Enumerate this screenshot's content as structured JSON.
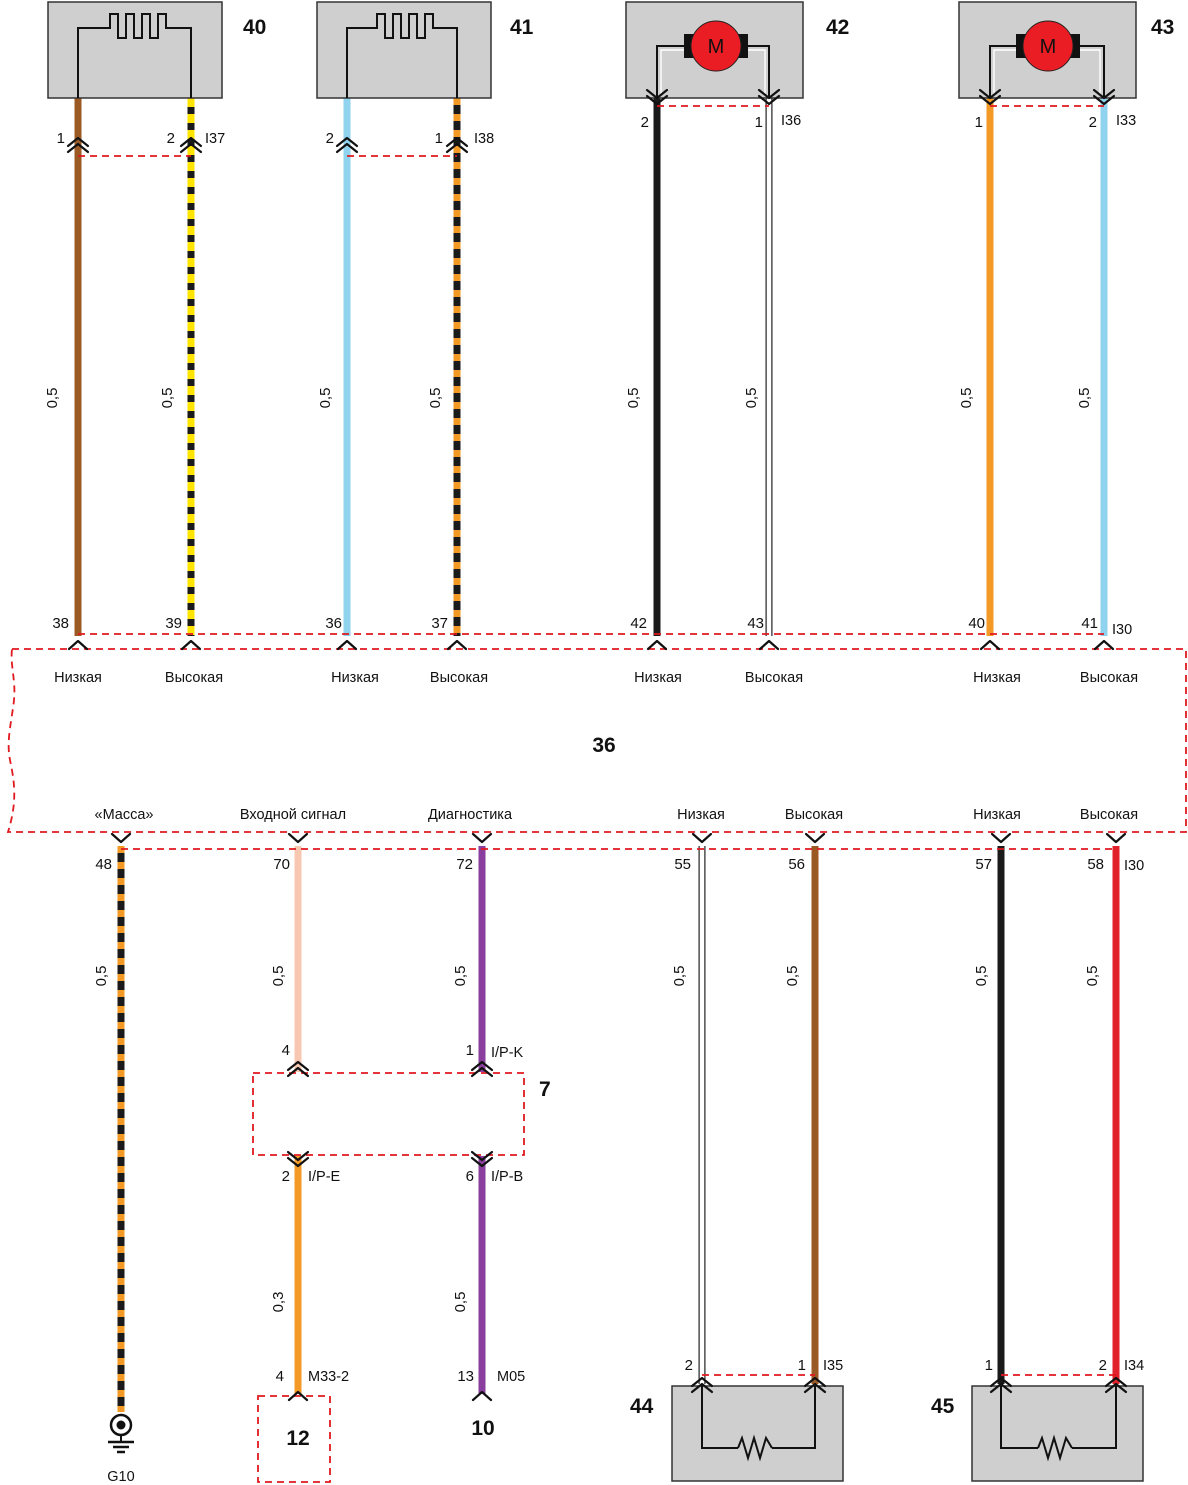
{
  "colors": {
    "brown": "#9b5a24",
    "yellow": "#ffe400",
    "black": "#1a1a1a",
    "light_blue": "#8fd3ee",
    "orange": "#f39a26",
    "pink": "#f7c7b2",
    "purple": "#8a3f9e",
    "red": "#e2222a",
    "box_gray": "#cfcfcf",
    "dash_red": "#e0191f",
    "motor_red": "#ea1c24"
  },
  "components": {
    "c40": {
      "number": "40",
      "symbol": "heater-icon"
    },
    "c41": {
      "number": "41",
      "symbol": "heater-icon"
    },
    "c42": {
      "number": "42",
      "symbol": "motor-icon",
      "motor_letter": "M"
    },
    "c43": {
      "number": "43",
      "symbol": "motor-icon",
      "motor_letter": "M"
    },
    "c44": {
      "number": "44",
      "symbol": "resistor-icon"
    },
    "c45": {
      "number": "45",
      "symbol": "resistor-icon"
    },
    "c36": {
      "number": "36"
    },
    "c7": {
      "number": "7"
    },
    "c12": {
      "number": "12"
    },
    "c10": {
      "number": "10"
    },
    "ground": {
      "code": "G10"
    }
  },
  "connectors": {
    "i37": "I37",
    "i38": "I38",
    "i36": "I36",
    "i33": "I33",
    "i30_top": "I30",
    "i30_bottom": "I30",
    "ip_k": "I/P-K",
    "ip_e": "I/P-E",
    "ip_b": "I/P-B",
    "m33_2": "M33-2",
    "m05": "M05",
    "i35": "I35",
    "i34": "I34"
  },
  "pins": {
    "p40_1": "1",
    "p40_2": "2",
    "p41_2": "2",
    "p41_1": "1",
    "p42_2": "2",
    "p42_1": "1",
    "p43_1": "1",
    "p43_2": "2",
    "t38": "38",
    "t39": "39",
    "t36": "36",
    "t37": "37",
    "t42": "42",
    "t43": "43",
    "t40": "40",
    "t41": "41",
    "b48": "48",
    "b70": "70",
    "b72": "72",
    "b55": "55",
    "b56": "56",
    "b57": "57",
    "b58": "58",
    "k4": "4",
    "k1": "1",
    "e2": "2",
    "b6": "6",
    "m4": "4",
    "m13": "13",
    "r44_2": "2",
    "r44_1": "1",
    "r45_1": "1",
    "r45_2": "2"
  },
  "gauges": {
    "w1": "0,5",
    "w2": "0,5",
    "w3": "0,5",
    "w4": "0,5",
    "w5": "0,5",
    "w6": "0,5",
    "w7": "0,5",
    "w8": "0,5",
    "w9": "0,5",
    "w10": "0,5",
    "w11": "0,5",
    "w12": "0,5",
    "w13": "0,5",
    "w14": "0,5",
    "w15": "0,3",
    "w16": "0,5"
  },
  "labels": {
    "low": "Низкая",
    "high": "Высокая",
    "ground_pin": "«Масса»",
    "input_signal": "Входной сигнал",
    "diagnostics": "Диагностика"
  }
}
